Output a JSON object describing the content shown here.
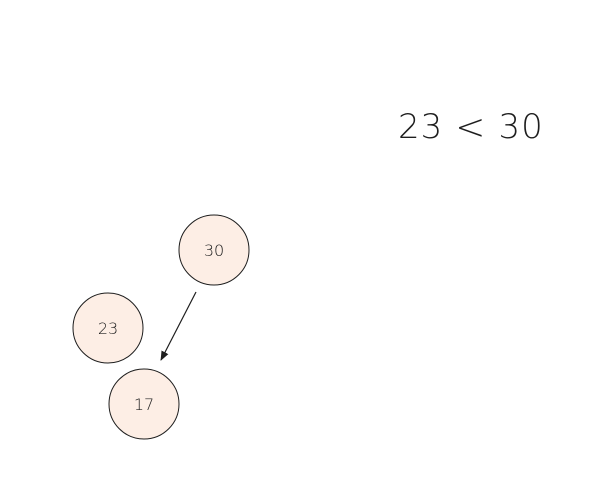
{
  "comparison": {
    "left": "23",
    "operator": "<",
    "right": "30"
  },
  "nodes": [
    {
      "id": "node-30",
      "label": "30"
    },
    {
      "id": "node-23",
      "label": "23"
    },
    {
      "id": "node-17",
      "label": "17"
    }
  ],
  "edges": [
    {
      "from": "node-30",
      "to": "node-17"
    }
  ],
  "colors": {
    "node_fill": "#fdeee5",
    "node_stroke": "#1e1e1e",
    "edge": "#1e1e1e",
    "text": "#1e1e1e"
  }
}
